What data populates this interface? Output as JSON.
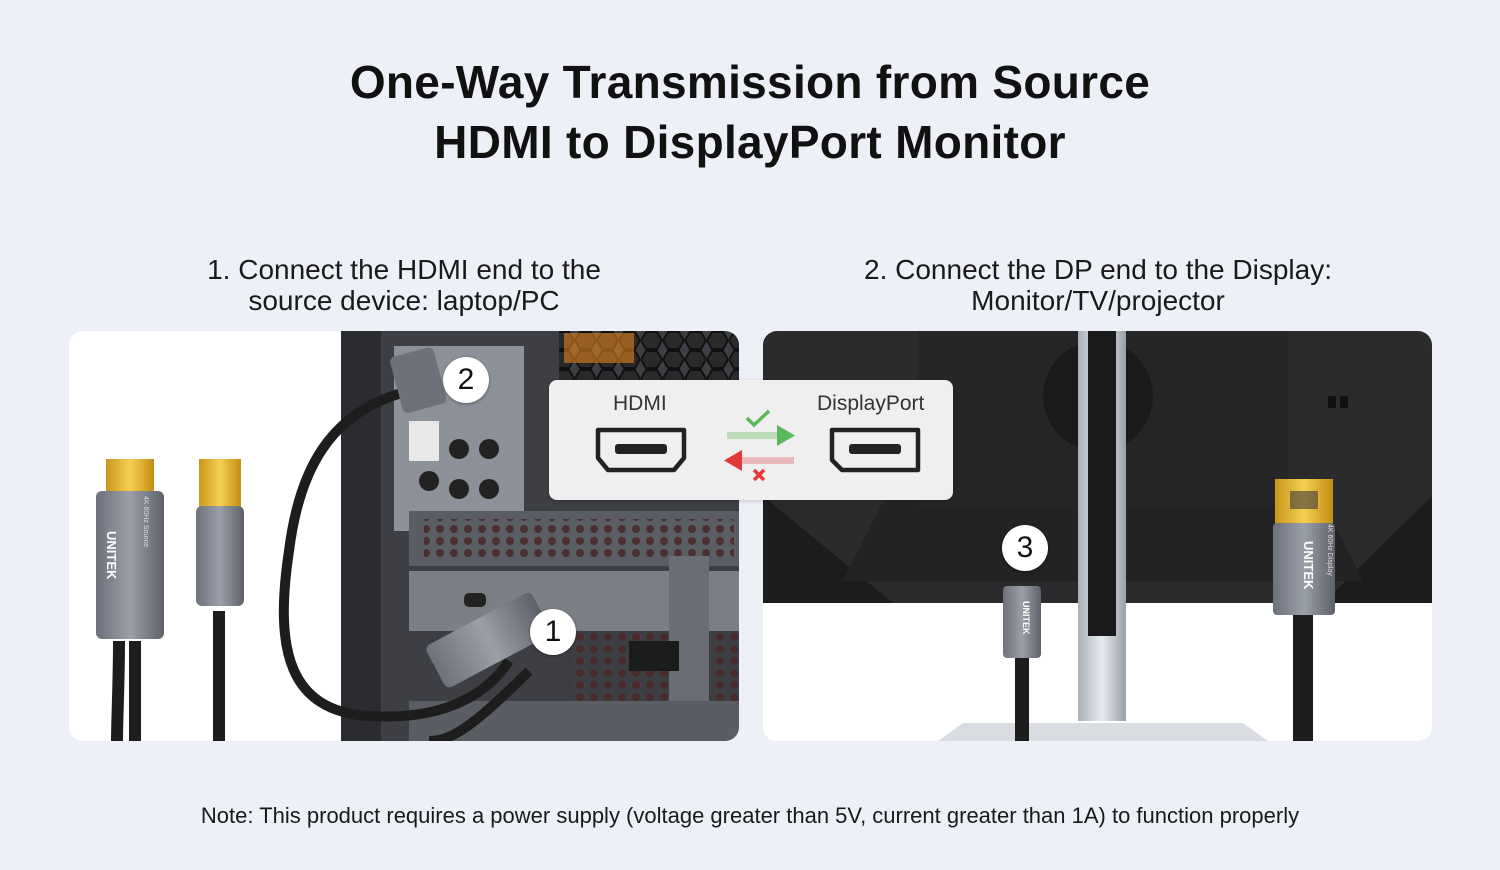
{
  "title": {
    "line1": "One-Way Transmission from Source",
    "line2": "HDMI to DisplayPort Monitor"
  },
  "steps": [
    {
      "line1": "1. Connect the HDMI end to the",
      "line2": "source device: laptop/PC"
    },
    {
      "line1": "2. Connect the DP end to the Display:",
      "line2": "Monitor/TV/projector"
    }
  ],
  "badges": [
    "1",
    "2",
    "3"
  ],
  "callout": {
    "left_label": "HDMI",
    "right_label": "DisplayPort",
    "forward_icon": "check-icon",
    "backward_icon": "cross-icon"
  },
  "brand": "UNITEK",
  "cable_labels": {
    "hdmi": "4K 60Hz Source",
    "dp": "4K 60Hz Display"
  },
  "colors": {
    "accent_green": "#5cb85c",
    "accent_red": "#e23a3a",
    "gold": "#e6b422"
  },
  "note": "Note: This product requires a power supply (voltage greater than 5V, current greater than 1A) to function properly"
}
